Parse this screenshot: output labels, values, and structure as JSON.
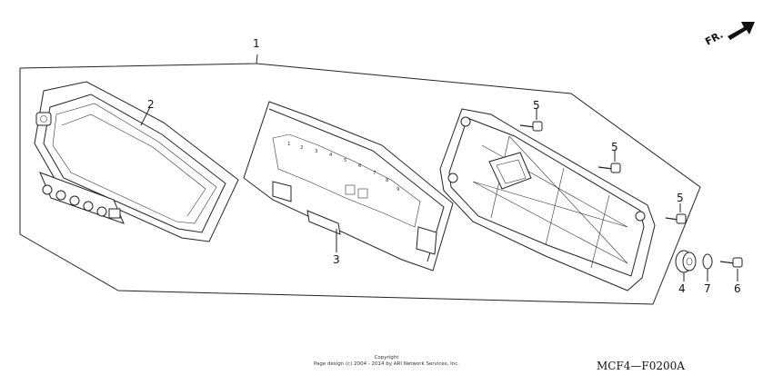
{
  "orientation": {
    "label": "FR."
  },
  "callouts": {
    "assembly": "1",
    "cover": "2",
    "panel": "3",
    "grommet": "4",
    "screw_a": "5",
    "screw_b": "5",
    "screw_c": "5",
    "screw_small": "6",
    "washer": "7"
  },
  "footer": {
    "copyright_line1": "Copyright",
    "copyright_line2": "Page design (c) 2004 - 2014 by ARI Network Services, Inc.",
    "diagram_code": "MCF4—F0200A"
  }
}
